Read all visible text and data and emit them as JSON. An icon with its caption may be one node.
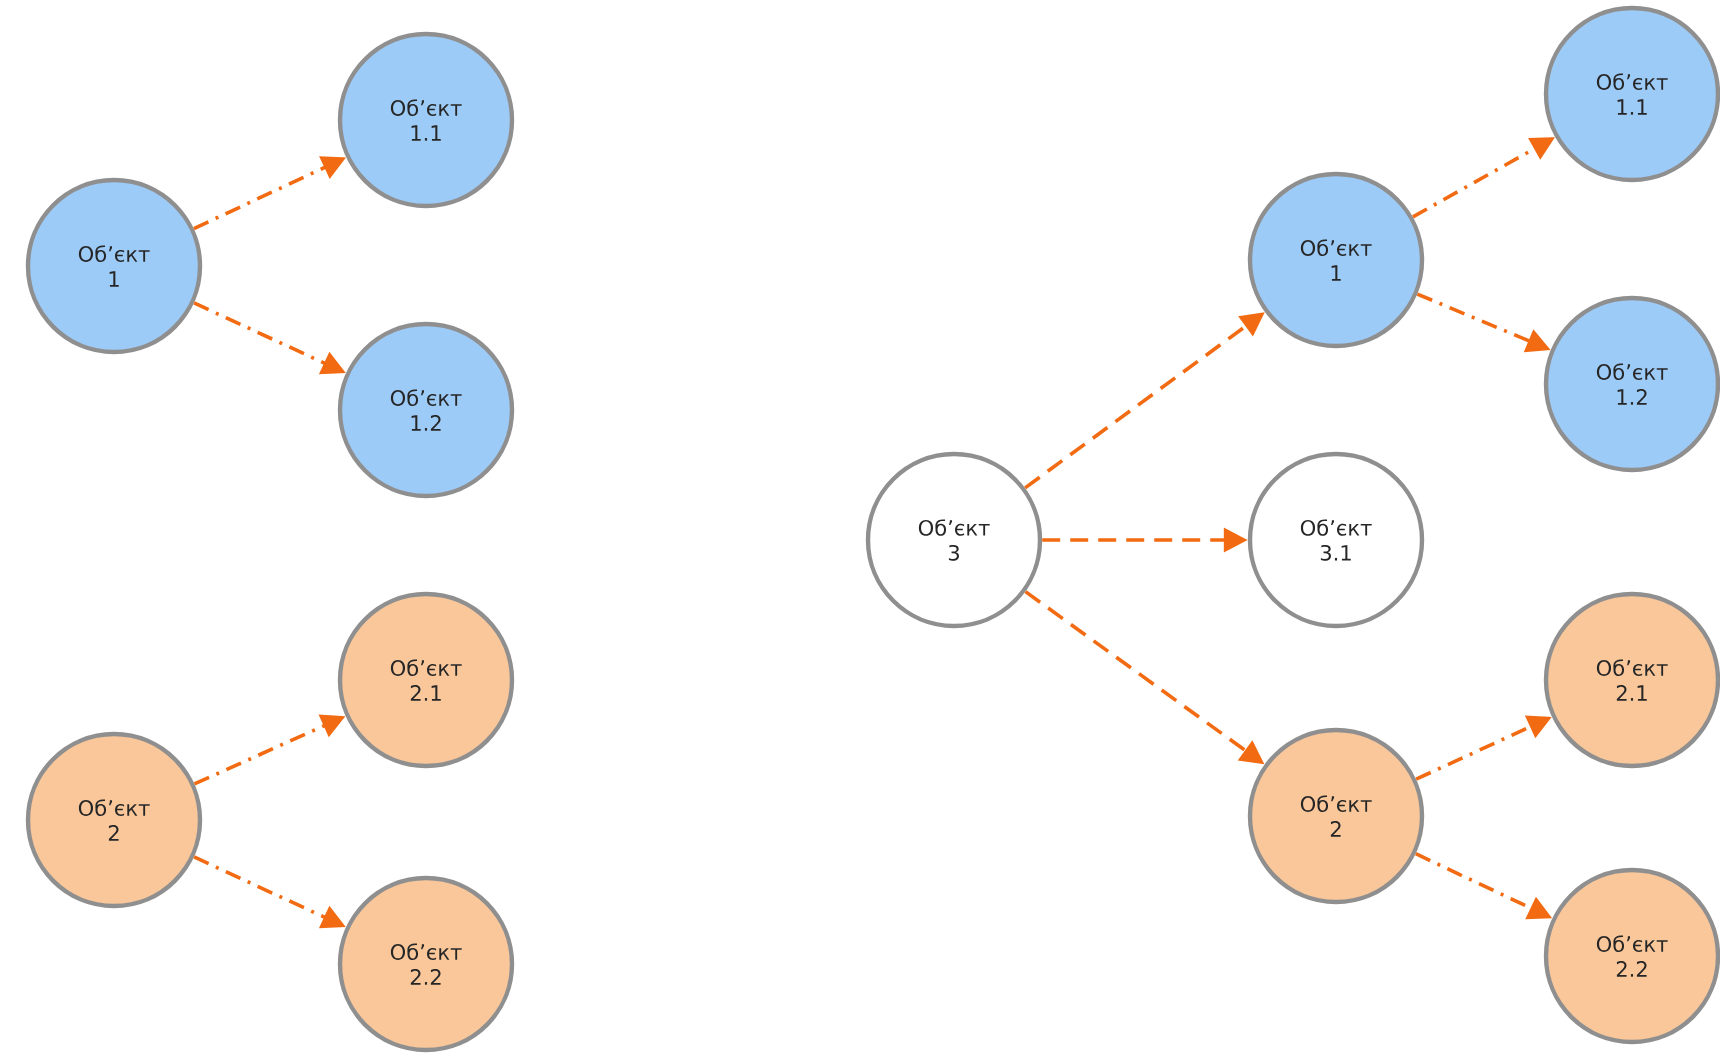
{
  "diagram": {
    "nodes": [
      {
        "text": [
          "Об’єкт 1"
        ]
      },
      {
        "text": [
          "Об’єкт 1.1"
        ]
      },
      {
        "text": [
          "Об’єкт 1.2"
        ]
      },
      {
        "text": [
          "Об’єкт 2"
        ]
      },
      {
        "text": [
          "Об’єкт 2.1"
        ]
      },
      {
        "text": [
          "Об’єкт 2.2"
        ]
      },
      {
        "text": [
          "Об’єкт 3"
        ]
      },
      {
        "text": [
          "Об’єкт 1"
        ]
      },
      {
        "text": [
          "Об’єкт 3.1"
        ]
      },
      {
        "text": [
          "Об’єкт 2"
        ]
      },
      {
        "text": [
          "Об’єкт 1.1"
        ]
      },
      {
        "text": [
          "Об’єкт 1.2"
        ]
      },
      {
        "text": [
          "Об’єкт 2.1"
        ]
      },
      {
        "text": [
          "Об’єкт 2.2"
        ]
      }
    ],
    "edges": [
      {
        "from": 0,
        "to": 1,
        "arrow": "to",
        "style": "dashed"
      },
      {
        "from": 0,
        "to": 2,
        "arrow": "to",
        "style": "dashed"
      },
      {
        "from": 3,
        "to": 4,
        "arrow": "to",
        "style": "dashed"
      },
      {
        "from": 3,
        "to": 5,
        "arrow": "to",
        "style": "dashed"
      },
      {
        "from": 6,
        "to": 7,
        "arrow": "to",
        "style": "dashed"
      },
      {
        "from": 6,
        "to": 8,
        "arrow": "to",
        "style": "dashed"
      },
      {
        "from": 6,
        "to": 9,
        "arrow": "to",
        "style": "dashed"
      },
      {
        "from": 7,
        "to": 10,
        "arrow": "to",
        "style": "dashed"
      },
      {
        "from": 7,
        "to": 11,
        "arrow": "to",
        "style": "dashed"
      },
      {
        "from": 9,
        "to": 12,
        "arrow": "to",
        "style": "dashed"
      },
      {
        "from": 9,
        "to": 13,
        "arrow": "to",
        "style": "dashed"
      }
    ]
  }
}
